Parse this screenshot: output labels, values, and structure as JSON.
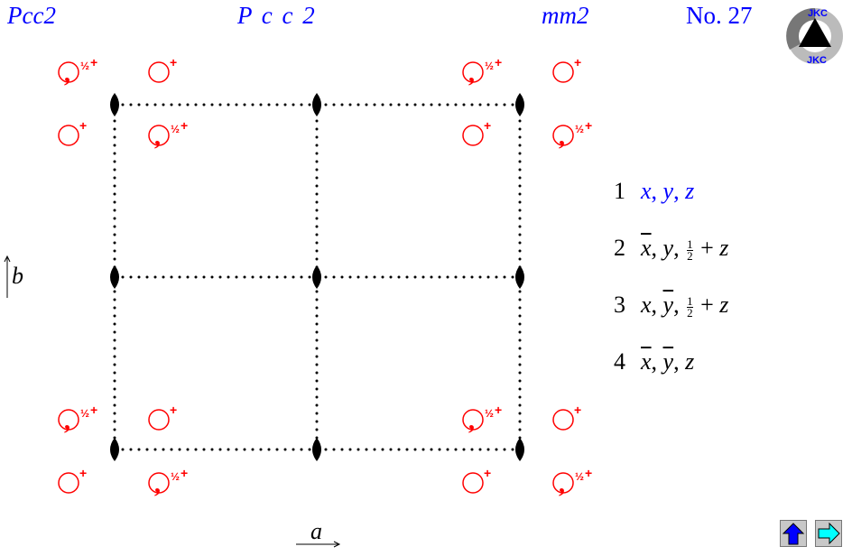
{
  "header": {
    "short_symbol": "Pcc2",
    "full_symbol": "P c c 2",
    "point_group": "mm2",
    "number": "No. 27"
  },
  "logo": {
    "text": "JKC"
  },
  "axes": {
    "a": "a",
    "b": "b"
  },
  "colors": {
    "header": "#0000ff",
    "symbols": "#ff0000",
    "lines": "#000000",
    "nav_up": "#0000ff",
    "nav_right": "#00ffff"
  },
  "symbol_cell": [
    {
      "enantiomorph": true,
      "height": "½",
      "sign": "+"
    },
    {
      "enantiomorph": false,
      "height": "",
      "sign": "+"
    },
    {
      "enantiomorph": false,
      "height": "",
      "sign": "+"
    },
    {
      "enantiomorph": true,
      "height": "½",
      "sign": "+"
    }
  ],
  "positions": [
    {
      "n": "1",
      "x": "x",
      "y": "y",
      "z": "z",
      "xbar": false,
      "ybar": false,
      "half": false,
      "highlight": true
    },
    {
      "n": "2",
      "x": "x",
      "y": "y",
      "z": "z",
      "xbar": true,
      "ybar": false,
      "half": true,
      "highlight": false
    },
    {
      "n": "3",
      "x": "x",
      "y": "y",
      "z": "z",
      "xbar": false,
      "ybar": true,
      "half": true,
      "highlight": false
    },
    {
      "n": "4",
      "x": "x",
      "y": "y",
      "z": "z",
      "xbar": true,
      "ybar": true,
      "half": false,
      "highlight": false
    }
  ],
  "half_fraction": {
    "num": "1",
    "den": "2"
  },
  "nav": {
    "up": "arrow-up-icon",
    "next": "arrow-right-icon"
  }
}
